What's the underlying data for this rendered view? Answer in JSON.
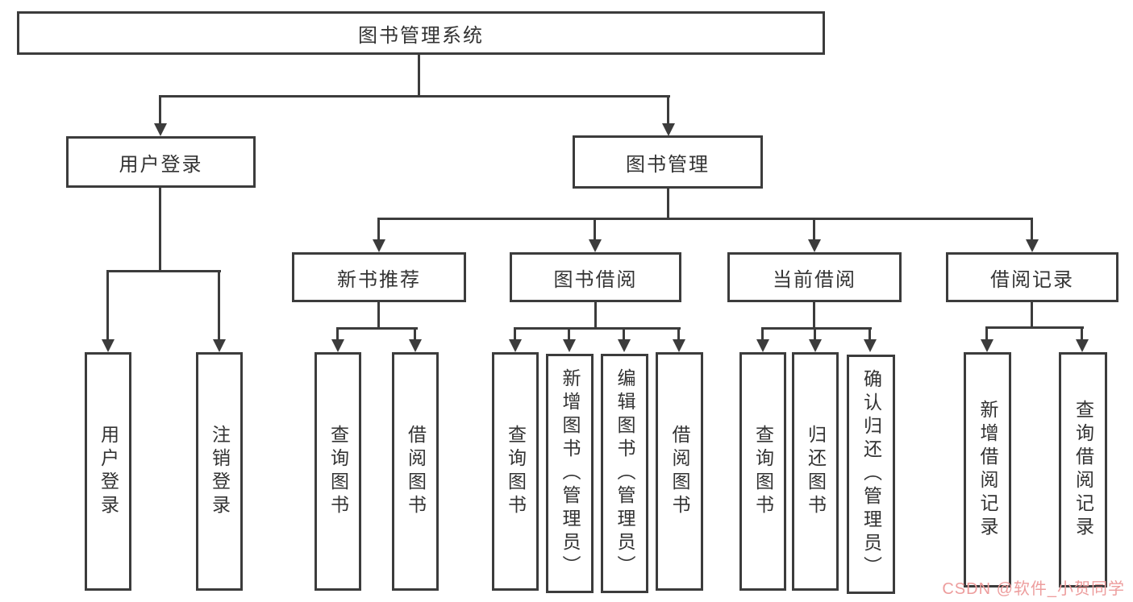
{
  "diagram": {
    "type": "hierarchy-tree",
    "colors": {
      "line": "#3c3c3c",
      "text": "#333333",
      "background": "#ffffff",
      "watermark": "#ed9d9d"
    },
    "watermark": {
      "text": "CSDN @软件_小贺同学"
    },
    "nodes": {
      "root": {
        "label": "图书管理系统"
      },
      "user_login": {
        "label": "用户登录"
      },
      "book_management": {
        "label": "图书管理"
      },
      "login_action": {
        "label": "用户登录"
      },
      "logout_action": {
        "label": "注销登录"
      },
      "new_book_rec": {
        "label": "新书推荐"
      },
      "nbr_query_book": {
        "label": "查询图书"
      },
      "nbr_borrow_book": {
        "label": "借阅图书"
      },
      "book_borrow": {
        "label": "图书借阅"
      },
      "bb_query_book": {
        "label": "查询图书"
      },
      "bb_add_book": {
        "label": "新增图书（管理员）"
      },
      "bb_edit_book": {
        "label": "编辑图书（管理员）"
      },
      "bb_borrow_book": {
        "label": "借阅图书"
      },
      "current_borrow": {
        "label": "当前借阅"
      },
      "cb_query_book": {
        "label": "查询图书"
      },
      "cb_return_book": {
        "label": "归还图书"
      },
      "cb_confirm_return": {
        "label": "确认归还（管理员）"
      },
      "borrow_record": {
        "label": "借阅记录"
      },
      "br_add_record": {
        "label": "新增借阅记录"
      },
      "br_query_record": {
        "label": "查询借阅记录"
      }
    }
  }
}
